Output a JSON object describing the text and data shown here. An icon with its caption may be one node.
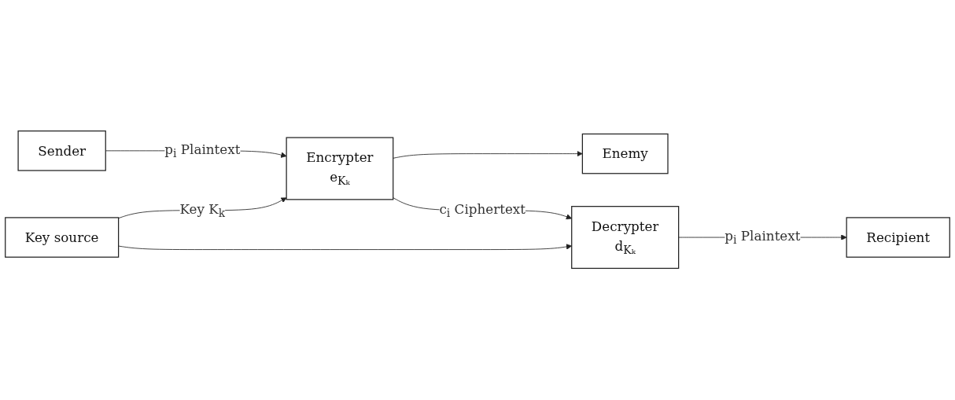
{
  "diagram": {
    "nodes": [
      {
        "text": [
          "Sender"
        ]
      },
      {
        "text": [
          "Encrypter",
          "e$_{Kₖ}$"
        ]
      },
      {
        "text": [
          "Enemy"
        ]
      },
      {
        "text": [
          "Decrypter",
          "d$_{Kₖ}$"
        ]
      },
      {
        "text": [
          "Recipient"
        ]
      },
      {
        "text": [
          "Key source"
        ]
      }
    ],
    "edges": [
      {
        "from": 0,
        "to": 1,
        "arrow": "to",
        "label": "p$_{i}$ Plaintext"
      },
      {
        "from": 1,
        "to": 2,
        "arrow": "to"
      },
      {
        "from": 1,
        "to": 3,
        "arrow": "to",
        "label": "c$_{i}$ Ciphertext"
      },
      {
        "from": 3,
        "to": 4,
        "arrow": "to",
        "label": "p$_{i}$ Plaintext"
      },
      {
        "from": 5,
        "to": 1,
        "arrow": "to",
        "label": "Key K$_{k}$"
      },
      {
        "from": 5,
        "to": 3,
        "arrow": "to"
      }
    ]
  }
}
